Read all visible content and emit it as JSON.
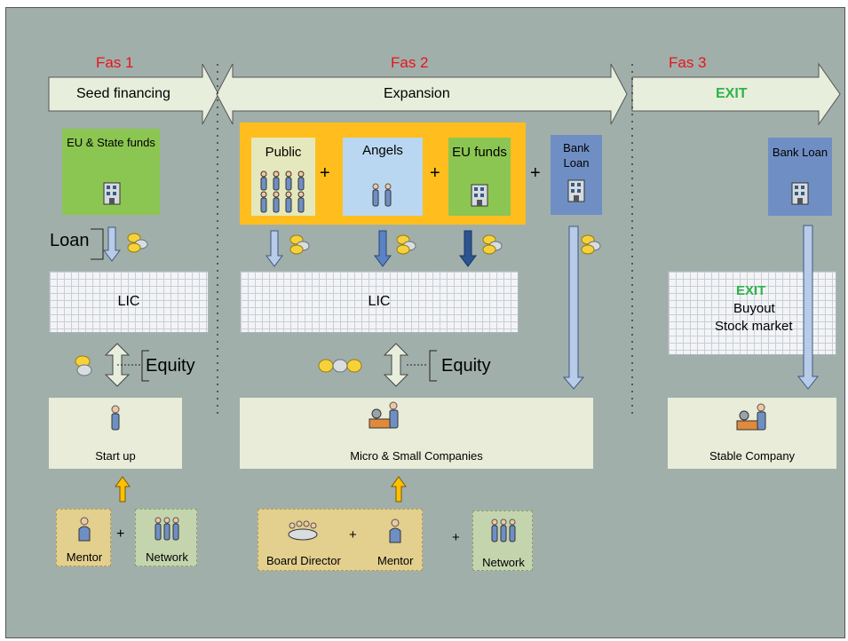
{
  "colors": {
    "background": "#a1afab",
    "phase_label": "#e8141c",
    "exit_text": "#2db34a",
    "orange_group": "#ffbe1e",
    "green_box": "#8cc652",
    "blue_box": "#6f8fc4",
    "light_blue_box": "#b9d7f0",
    "public_box": "#e4e8bc",
    "hatched_box": "#e3cf8e",
    "network_box": "#c4d5ae",
    "arrow_fill": "#e8eedc",
    "down_arrow_light": "#b8cbe8",
    "down_arrow_mid": "#5a82c4",
    "down_arrow_dark": "#2b5590",
    "yellow_arrow": "#ffc000"
  },
  "phases": [
    {
      "label": "Fas 1",
      "banner": "Seed financing"
    },
    {
      "label": "Fas 2",
      "banner": "Expansion"
    },
    {
      "label": "Fas 3",
      "banner": "EXIT"
    }
  ],
  "fas1": {
    "funds": "EU & State funds",
    "loan": "Loan",
    "lic": "LIC",
    "equity": "Equity",
    "company": "Start up",
    "support": [
      "Mentor",
      "Network"
    ],
    "plus": "+"
  },
  "fas2": {
    "sources": [
      "Public",
      "Angels",
      "EU funds",
      "Bank Loan"
    ],
    "plus": "+",
    "lic": "LIC",
    "equity": "Equity",
    "company": "Micro & Small Companies",
    "support": [
      "Board Director",
      "Mentor",
      "Network"
    ]
  },
  "fas3": {
    "bank": "Bank Loan",
    "exit_title": "EXIT",
    "exit_lines": [
      "Buyout",
      "Stock market"
    ],
    "company": "Stable Company"
  },
  "icons": [
    "building-icon",
    "coins-icon",
    "person-icon",
    "people-group-icon",
    "factory-worker-icon",
    "meeting-icon",
    "network-people-icon"
  ]
}
